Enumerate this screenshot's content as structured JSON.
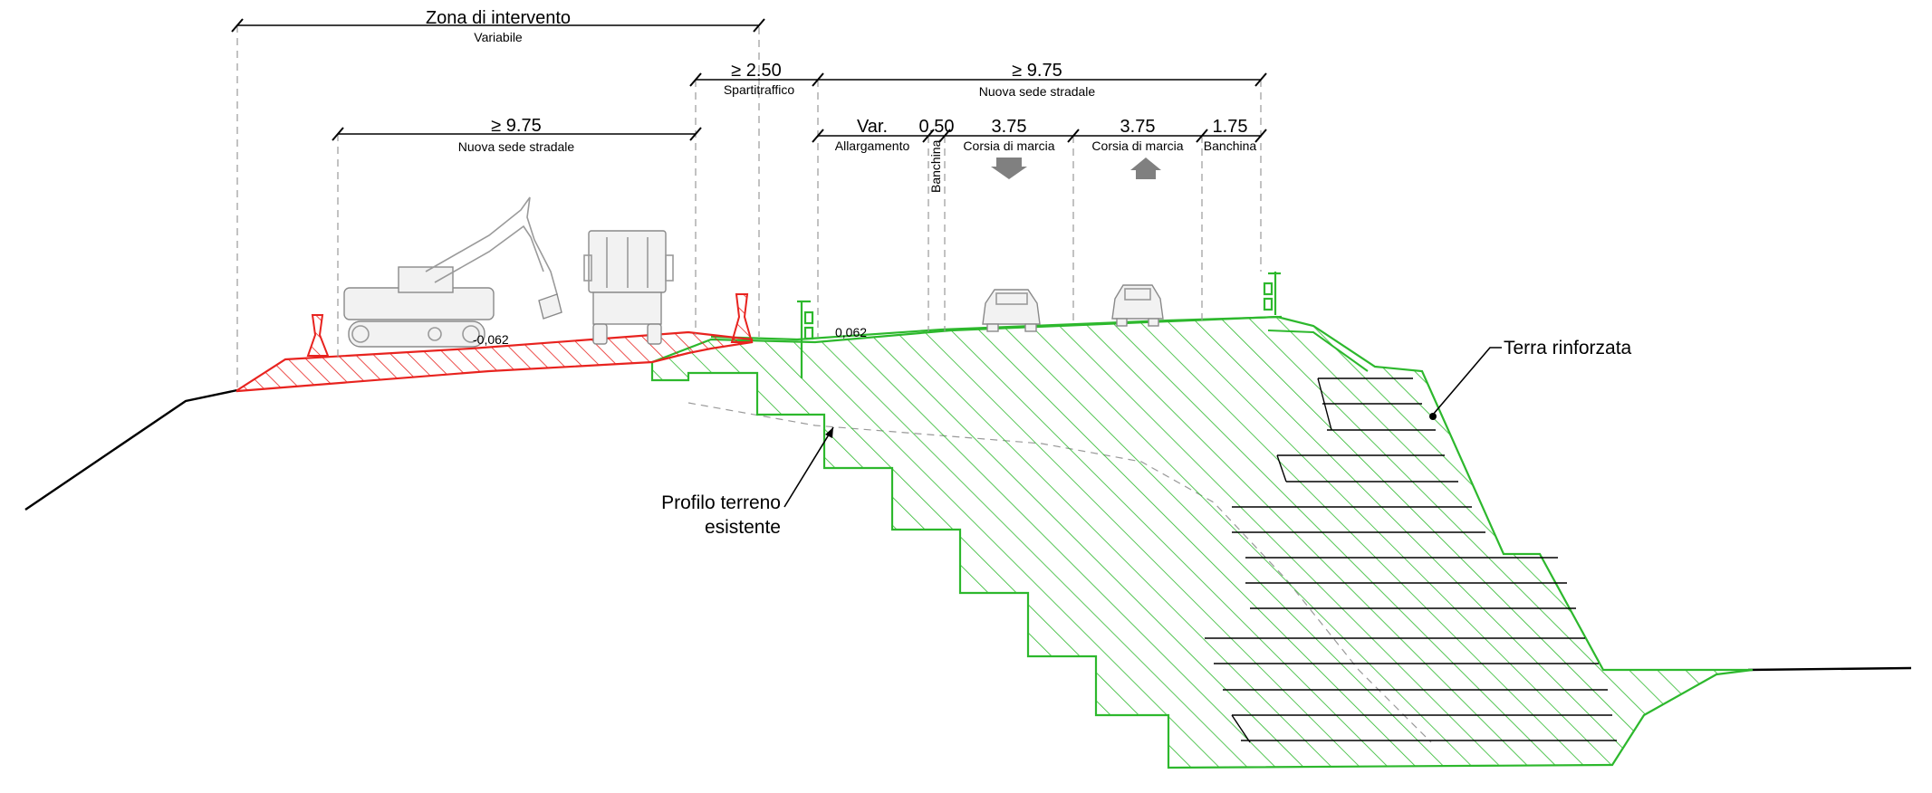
{
  "diagram": {
    "top_dimension": {
      "value": "Zona di intervento",
      "sub": "Variabile"
    },
    "left_road": {
      "value": "≥ 9.75",
      "sub": "Nuova sede stradale"
    },
    "median": {
      "value": "≥ 2.50",
      "sub": "Spartitraffico"
    },
    "right_road": {
      "value": "≥ 9.75",
      "sub": "Nuova sede stradale"
    },
    "lanes": [
      {
        "value": "Var.",
        "sub": "Allargamento"
      },
      {
        "value": "0.50",
        "sub": "Banchina"
      },
      {
        "value": "3.75",
        "sub": "Corsia di marcia"
      },
      {
        "value": "3.75",
        "sub": "Corsia di marcia"
      },
      {
        "value": "1.75",
        "sub": "Banchina"
      }
    ],
    "slope_left": "-0,062",
    "slope_right": "0,062",
    "annotation_reinforced": "Terra rinforzata",
    "annotation_profile_line1": "Profilo terreno",
    "annotation_profile_line2": "esistente",
    "colors": {
      "existing_works": "#e8231f",
      "new_embankment": "#2db82d",
      "arrow_gray": "#808080"
    }
  }
}
